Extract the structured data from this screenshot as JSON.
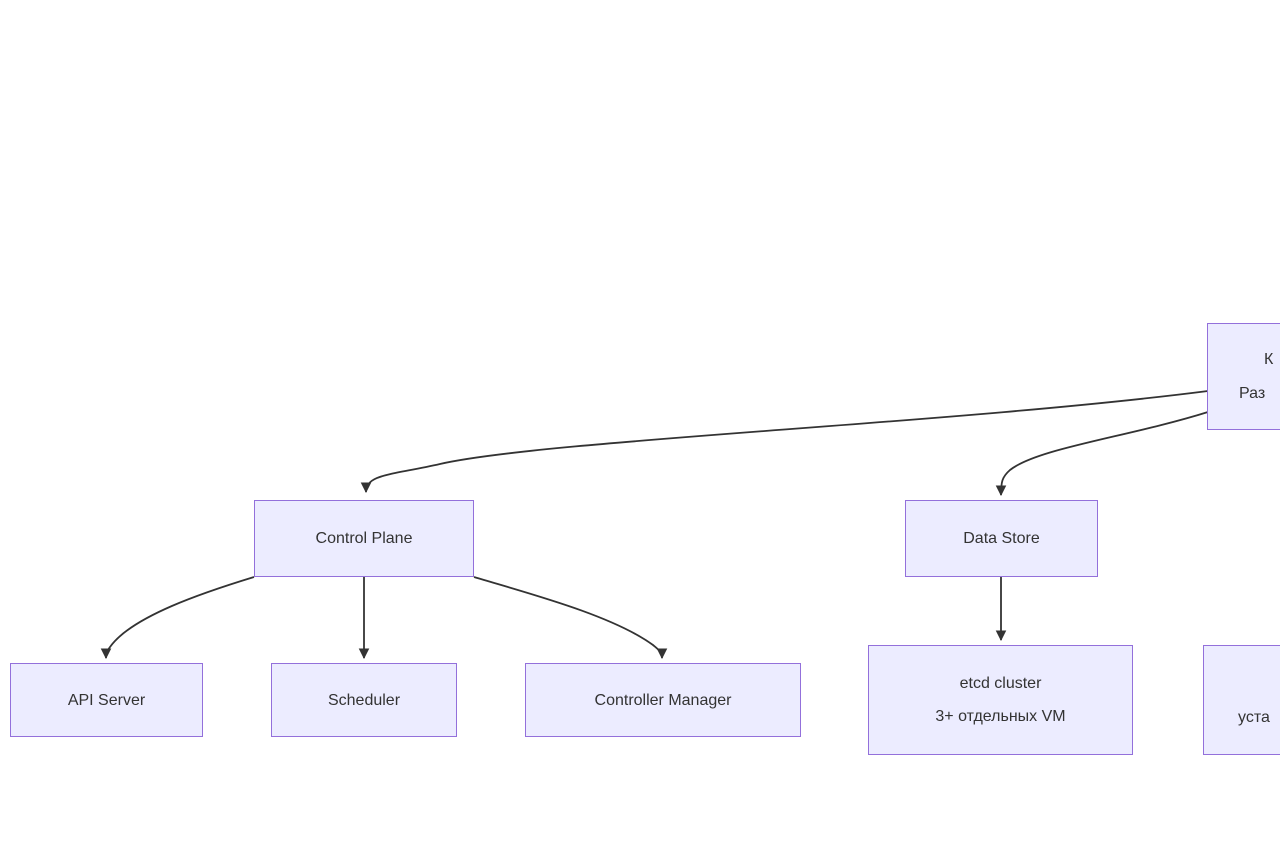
{
  "diagram": {
    "type": "flowchart",
    "colors": {
      "canvas_bg": "#ffffff",
      "node_fill": "#ECECFF",
      "node_border": "#9370DB",
      "node_text": "#333333",
      "edge": "#333333"
    },
    "nodes": {
      "control_plane": {
        "label": "Control Plane"
      },
      "data_store": {
        "label": "Data Store"
      },
      "api_server": {
        "label": "API Server"
      },
      "scheduler": {
        "label": "Scheduler"
      },
      "controller_manager": {
        "label": "Controller Manager"
      },
      "etcd_cluster": {
        "line1": "etcd cluster",
        "line2": "3+ отдельных VM"
      },
      "kubernetes_clipped": {
        "line1": "К",
        "line2": "Раз"
      },
      "install_clipped": {
        "line1": "",
        "line2": "уста"
      }
    },
    "edges": [
      {
        "from": "kubernetes_clipped",
        "to": "control_plane"
      },
      {
        "from": "kubernetes_clipped",
        "to": "data_store"
      },
      {
        "from": "control_plane",
        "to": "api_server"
      },
      {
        "from": "control_plane",
        "to": "scheduler"
      },
      {
        "from": "control_plane",
        "to": "controller_manager"
      },
      {
        "from": "data_store",
        "to": "etcd_cluster"
      }
    ]
  }
}
